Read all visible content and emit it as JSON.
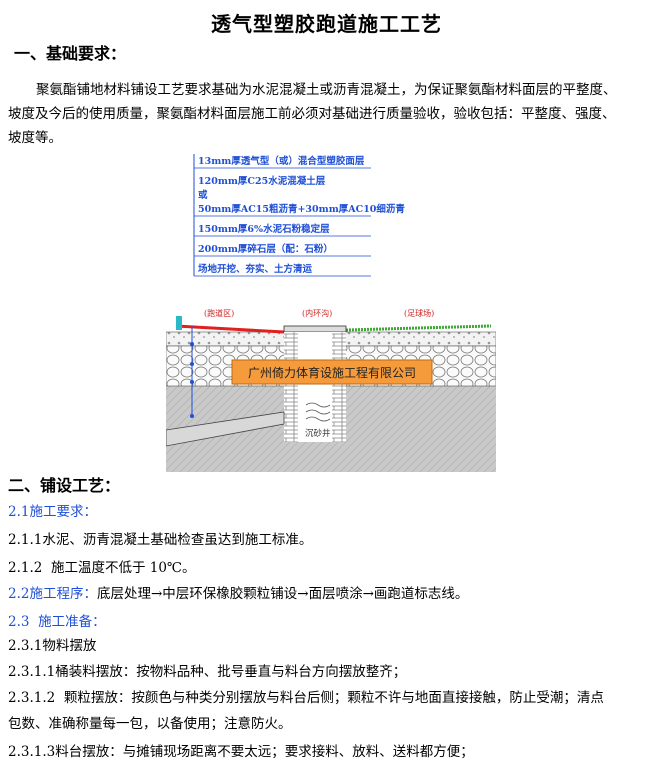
{
  "title": "透气型塑胶跑道施工工艺",
  "section1": {
    "heading": "一、基础要求：",
    "para_lines": [
      "聚氨酯铺地材料铺设工艺要求基础为水泥混凝土或沥青混凝土，为保证聚氨酯材料面层的平整度、",
      "坡度及今后的使用质量，聚氨酯材料面层施工前必须对基础进行质量验收，验收包括：平整度、强度、",
      "坡度等。"
    ]
  },
  "diagram": {
    "layers": [
      "13mm厚透气型（或）混合型塑胶面层",
      "120mm厚C25水泥混凝土层",
      "或",
      "50mm厚AC15粗沥青+30mm厚AC10细沥青",
      "150mm厚6%水泥石粉稳定层",
      "200mm厚碎石层（配：石粉）",
      "场地开挖、夯实、土方清运"
    ],
    "zone_labels": [
      "(跑道区)",
      "(内环沟)",
      "(足球场)"
    ],
    "company_banner": "广州倚力体育设施工程有限公司",
    "well_label": "沉砂井",
    "colors": {
      "banner_bg": "#f59b3c",
      "legend_text": "#1f4fd6",
      "track_red": "#e0201e",
      "grass": "#3aa832"
    }
  },
  "section2": {
    "heading": "二、铺设工艺：",
    "items": [
      {
        "num": "2.1",
        "label": "施工要求：",
        "text": "",
        "blue": true
      },
      {
        "num": "2.1.1",
        "label": "",
        "text": "水泥、沥青混凝土基础检查虽达到施工标准。",
        "blue": false
      },
      {
        "num": "2.1.2",
        "label": "",
        "text": "施工温度不低于 10℃。",
        "blue": false
      },
      {
        "num": "2.2",
        "label": "施工程序：",
        "text": "底层处理→中层环保橡胶颗粒铺设→面层喷涂→画跑道标志线。",
        "blue": true
      },
      {
        "num": "2.3",
        "label": "施工准备：",
        "text": "",
        "blue": true
      },
      {
        "num": "2.3.1",
        "label": "",
        "text": "物料摆放",
        "blue": false
      },
      {
        "num": "2.3.1.1",
        "label": "",
        "text": "桶装料摆放：按物料品种、批号垂直与料台方向摆放整齐；",
        "blue": false
      },
      {
        "num": "2.3.1.2",
        "label": "",
        "text": "颗粒摆放：按颜色与种类分别摆放与料台后侧；颗粒不许与地面直接接触，防止受潮；清点",
        "blue": false
      },
      {
        "num": "",
        "label": "",
        "text": "包数、准确称量每一包，以备使用；注意防火。",
        "blue": false
      },
      {
        "num": "2.3.1.3",
        "label": "",
        "text": "料台摆放：与摊铺现场距离不要太远；要求接料、放料、送料都方便；",
        "blue": false
      }
    ]
  }
}
